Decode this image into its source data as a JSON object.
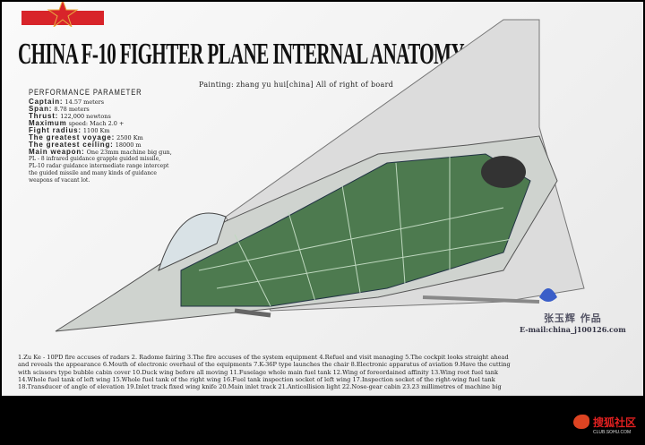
{
  "title": "CHINA F-10 FIGHTER PLANE INTERNAL ANATOMY",
  "credit": "Painting: zhang yu hui[china]   All of right of board",
  "performance": {
    "heading": "PERFORMANCE PARAMETER",
    "rows": [
      {
        "label": "Captain:",
        "value": "14.57 meters"
      },
      {
        "label": "Span:",
        "value": "8.78 meters"
      },
      {
        "label": "Thrust:",
        "value": "122,000 newtons"
      },
      {
        "label": "Maximum",
        "value": "speed: Mach 2.0 +"
      },
      {
        "label": "Fight radius:",
        "value": "1100 Km"
      },
      {
        "label": "The greatest voyage:",
        "value": "2500 Km"
      },
      {
        "label": "The greatest ceiling:",
        "value": "18000 m"
      },
      {
        "label": "Main weapon:",
        "value": "One 23mm machine big gun,"
      }
    ],
    "weapon_lines": [
      "PL - 8 infrared guidance grapple guided missile,",
      "PL-10 radar guidance intermediate range intercept",
      "the guided missile and many kinds of guidance",
      "weapons of vacant lot."
    ]
  },
  "signature": {
    "name": "张玉辉 作品",
    "email": "E-mail:china_j100126.com"
  },
  "legend_lines": [
    "1.Zu Ke - 10PD fire accuses of radars 2. Radome fairing  3.The fire accuses of the system equipment 4.Refuel and visit managing   5.The cockpit looks straight ahead",
    "and reveals the appearance 6.Mouth of electronic overhaul of the equipments  7.K-36P type launches the chair 8.Electronic apparatus of aviation 9.Have the cutting",
    "with scissors type bubble cabin cover 10.Duck wing before all moving 11.Fuselage whole main fuel tank 12.Wing of foreordained affinity 13.Wing root fuel tank",
    "14.Whole fuel tank of left wing 15.Whole fuel tank of the right wing 16.Fuel tank inspection socket of left wing 17.Inspection socket of the right-wing fuel tank",
    "18.Transducer of angle of elevation 19.Inlet track fixed wing knife 20.Main inlet track 21.Anticollision light 22.Nose-gear cabin 23.23 millimetres of machine big"
  ],
  "watermark": {
    "name": "搜狐社区",
    "url": "CLUB.SOHU.COM"
  }
}
